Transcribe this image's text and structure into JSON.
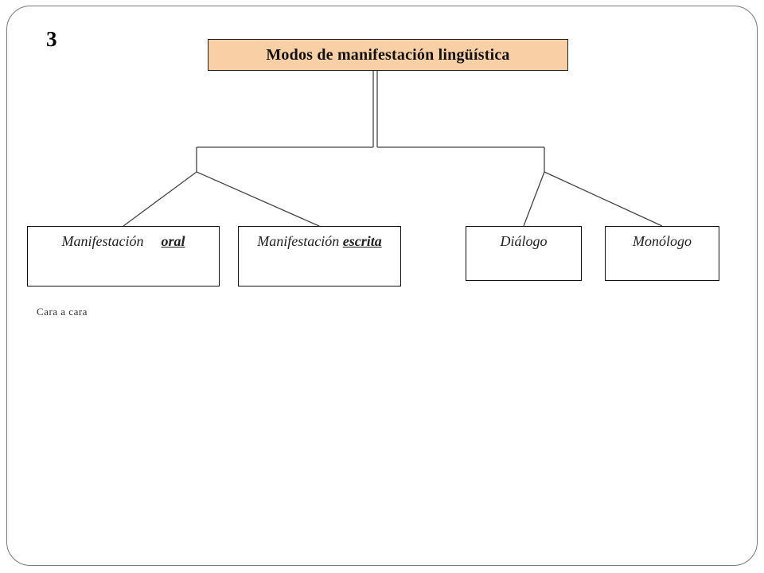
{
  "slide": {
    "number": "3",
    "title": "Modos de manifestación lingüística"
  },
  "boxes": {
    "oral": {
      "prefix": "Manifestación",
      "emphasis": "oral"
    },
    "escrita": {
      "prefix": "Manifestación",
      "emphasis": "escrita"
    },
    "dialogo": {
      "label": "Diálogo"
    },
    "monologo": {
      "label": "Monólogo"
    }
  },
  "notes": {
    "oral_note": "Cara a cara"
  },
  "colors": {
    "title_fill": "#f9cfa5",
    "frame_border": "#7a7a7a",
    "line": "#444444"
  }
}
